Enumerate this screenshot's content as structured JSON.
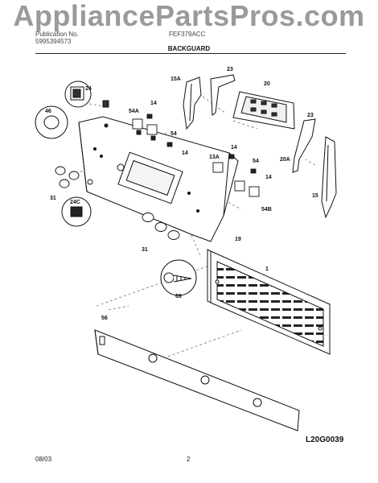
{
  "watermark": "AppliancePartsPros.com",
  "header": {
    "left_line1": "Publication No.",
    "left_line2": "5995394573",
    "center": "FEF379ACC",
    "section_title": "BACKGUARD"
  },
  "diagram": {
    "drawing_code": "L20G0039",
    "part_labels": {
      "p24": "24",
      "p46": "46",
      "p31a": "31",
      "p24c": "24C",
      "p31b": "31",
      "p69": "69",
      "p54a": "54A",
      "p14a": "14",
      "p54a2": "54",
      "p14b": "14",
      "p15a": "15A",
      "p23a": "23",
      "p20": "20",
      "p23b": "23",
      "p20a": "20A",
      "p13a": "13A",
      "p14c": "14",
      "p54b": "54",
      "p14d": "14",
      "p54bb": "54B",
      "p15": "15",
      "p19": "19",
      "p1": "1",
      "p56": "56"
    }
  },
  "footer": {
    "date": "08/03",
    "page": "2"
  }
}
